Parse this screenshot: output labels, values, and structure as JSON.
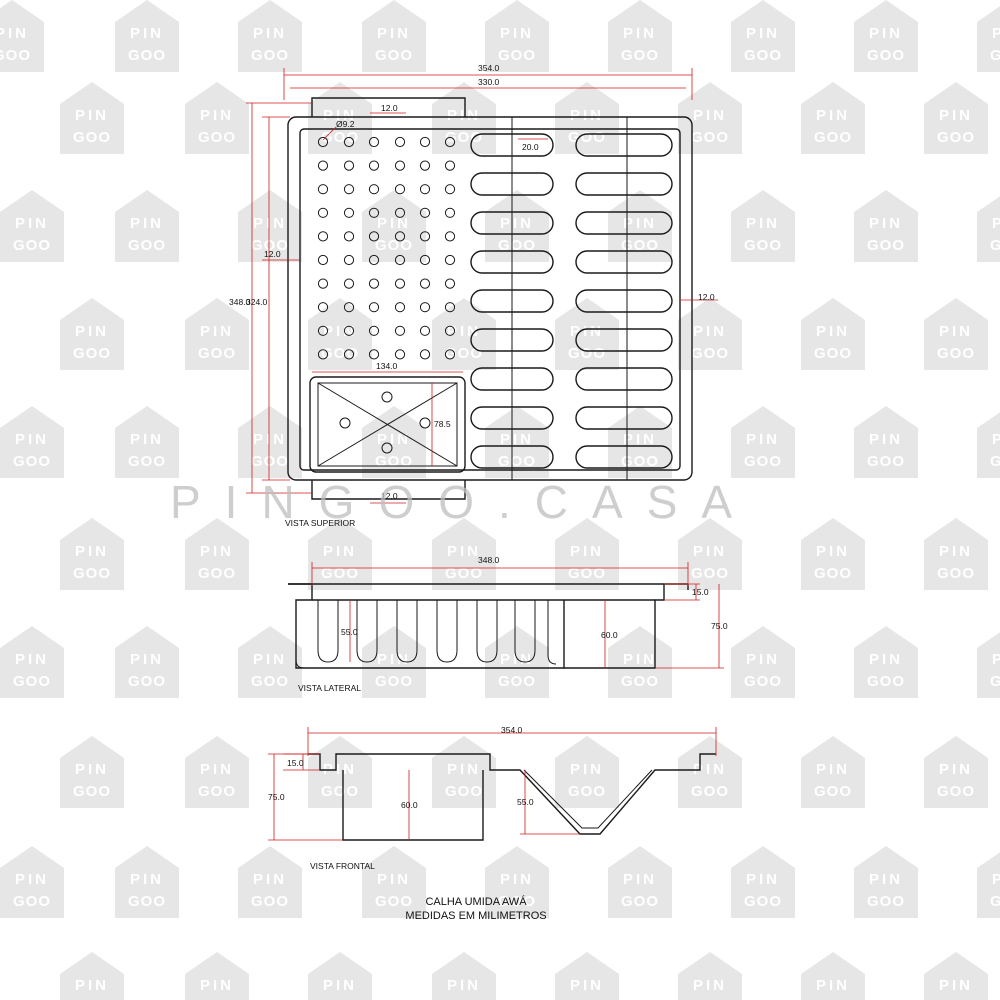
{
  "views": {
    "top": {
      "label": "VISTA SUPERIOR",
      "dims": {
        "overall_width": "354.0",
        "inner_width": "330.0",
        "tab_top": "12.0",
        "hole_diameter": "Ø9.2",
        "slot_width": "20.0",
        "left_margin": "12.0",
        "right_margin": "12.0",
        "overall_height": "348.0",
        "inner_height": "324.0",
        "box_width": "134.0",
        "box_height": "78.5",
        "tab_bottom": "12.0"
      }
    },
    "side": {
      "label": "VISTA LATERAL",
      "dims": {
        "length": "348.0",
        "flange": "15.0",
        "total_height": "75.0",
        "slot_depth": "55.0",
        "box_depth": "60.0"
      }
    },
    "front": {
      "label": "VISTA FRONTAL",
      "dims": {
        "width": "354.0",
        "flange": "15.0",
        "total_height": "75.0",
        "box_depth": "60.0",
        "v_depth": "55.0"
      }
    }
  },
  "caption": {
    "line1": "CALHA UMIDA AWÁ",
    "line2": "MEDIDAS EM MILIMETROS"
  },
  "watermark": {
    "tile_line1": "PIN",
    "tile_line2": "GOO",
    "banner": "PINGOO.CASA",
    "tile_color": "#e6e6e6"
  }
}
